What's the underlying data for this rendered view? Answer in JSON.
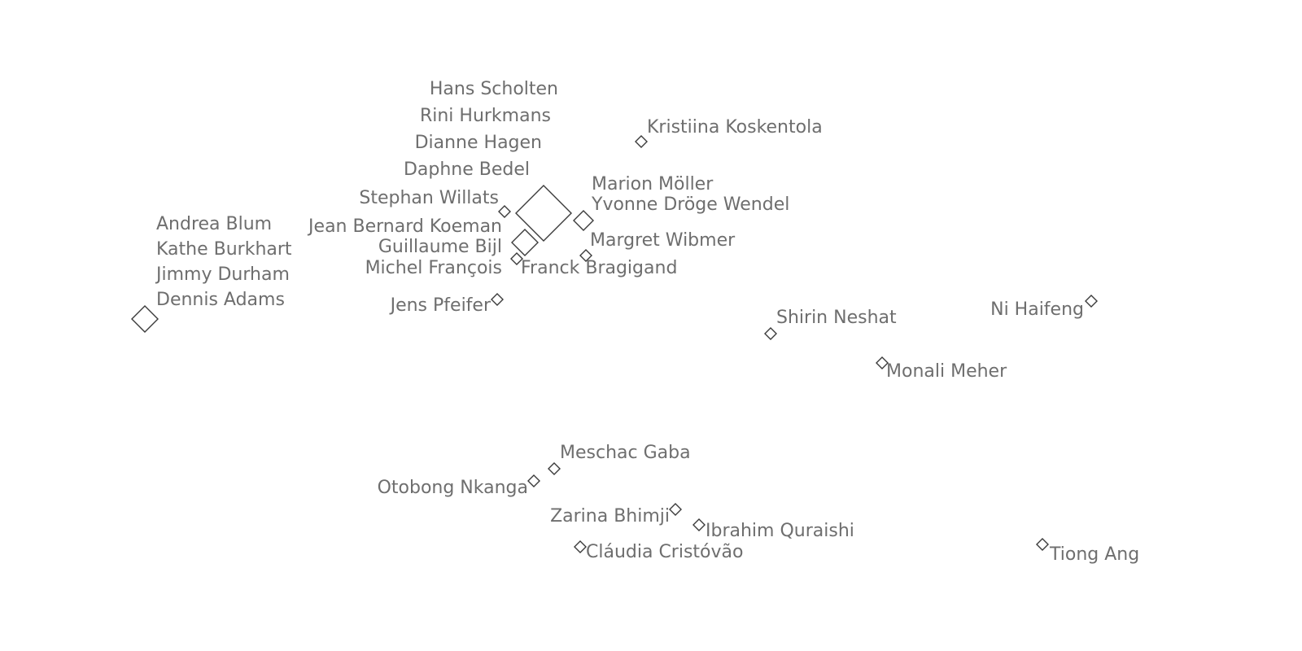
{
  "colors": {
    "text": "#6e6e6e",
    "marker_stroke": "#3a3a3a",
    "background": "#ffffff"
  },
  "marker_icon": "diamond-outline",
  "clusters": [
    {
      "id": "dennis-adams",
      "size": "large",
      "names": [
        "Andrea Blum",
        "Kathe Burkhart",
        "Jimmy Durham",
        "Dennis Adams"
      ]
    },
    {
      "id": "central-large",
      "size": "extra-large",
      "names": [
        "Hans Scholten",
        "Rini Hurkmans",
        "Dianne Hagen",
        "Daphne Bedel"
      ]
    },
    {
      "id": "stephan-willats",
      "size": "small",
      "names": [
        "Stephan Willats"
      ]
    },
    {
      "id": "jean-bernard-koeman",
      "size": "large",
      "names": [
        "Jean Bernard Koeman",
        "Guillaume Bijl"
      ]
    },
    {
      "id": "michel-francois",
      "size": "small",
      "names": [
        "Michel François"
      ]
    },
    {
      "id": "jens-pfeifer",
      "size": "small",
      "names": [
        "Jens Pfeifer"
      ]
    },
    {
      "id": "marion-moller",
      "size": "medium",
      "names": [
        "Marion Möller",
        "Yvonne Dröge Wendel"
      ]
    },
    {
      "id": "margret-wibmer",
      "size": "small",
      "names": [
        "Margret Wibmer",
        "Franck Bragigand"
      ]
    },
    {
      "id": "kristiina-koskentola",
      "size": "small",
      "names": [
        "Kristiina Koskentola"
      ]
    },
    {
      "id": "shirin-neshat",
      "size": "small",
      "names": [
        "Shirin Neshat"
      ]
    },
    {
      "id": "monali-meher",
      "size": "small",
      "names": [
        "Monali Meher"
      ]
    },
    {
      "id": "ni-haifeng",
      "size": "small",
      "names": [
        "Ni Haifeng"
      ]
    },
    {
      "id": "meschac-gaba",
      "size": "small",
      "names": [
        "Meschac Gaba"
      ]
    },
    {
      "id": "otobong-nkanga",
      "size": "small",
      "names": [
        "Otobong Nkanga"
      ]
    },
    {
      "id": "zarina-bhimji",
      "size": "small",
      "names": [
        "Zarina Bhimji"
      ]
    },
    {
      "id": "ibrahim-quraishi",
      "size": "small",
      "names": [
        "Ibrahim Quraishi"
      ]
    },
    {
      "id": "claudia-cristovao",
      "size": "small",
      "names": [
        "Cláudia Cristóvão"
      ]
    },
    {
      "id": "tiong-ang",
      "size": "small",
      "names": [
        "Tiong Ang"
      ]
    }
  ]
}
